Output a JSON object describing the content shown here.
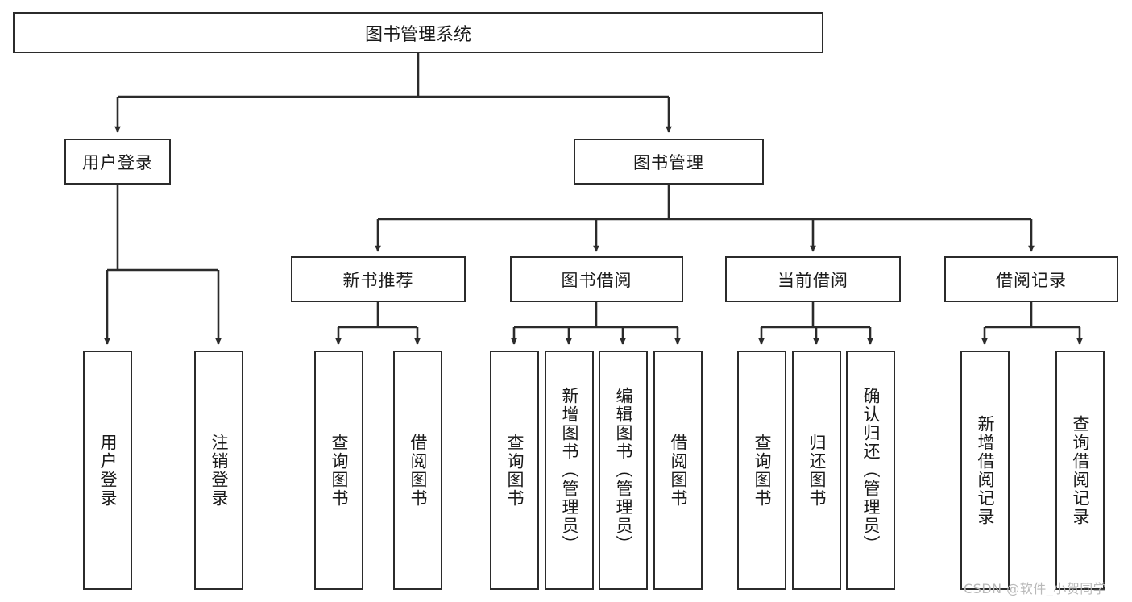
{
  "diagram": {
    "title": "图书管理系统",
    "type": "hierarchy-tree",
    "orientation": "top-down",
    "colors": {
      "stroke": "#2b2b2b",
      "fill": "#ffffff",
      "text": "#1a1a1a",
      "watermark": "#b9b9b9"
    },
    "levels": {
      "root": {
        "label": "图书管理系统"
      },
      "level2": [
        {
          "id": "user-login",
          "label": "用户登录"
        },
        {
          "id": "book-management",
          "label": "图书管理"
        }
      ],
      "level3": [
        {
          "id": "new-book-recommend",
          "label": "新书推荐",
          "parent": "book-management"
        },
        {
          "id": "book-borrow",
          "label": "图书借阅",
          "parent": "book-management"
        },
        {
          "id": "current-borrow",
          "label": "当前借阅",
          "parent": "book-management"
        },
        {
          "id": "borrow-record",
          "label": "借阅记录",
          "parent": "book-management"
        }
      ],
      "leaves": [
        {
          "id": "leaf-user-login",
          "label": "用户登录",
          "parent": "user-login"
        },
        {
          "id": "leaf-logout",
          "label": "注销登录",
          "parent": "user-login"
        },
        {
          "id": "leaf-query-book-1",
          "label": "查询图书",
          "parent": "new-book-recommend"
        },
        {
          "id": "leaf-borrow-book-1",
          "label": "借阅图书",
          "parent": "new-book-recommend"
        },
        {
          "id": "leaf-query-book-2",
          "label": "查询图书",
          "parent": "book-borrow"
        },
        {
          "id": "leaf-add-book",
          "label": "新增图书（管理员）",
          "parent": "book-borrow"
        },
        {
          "id": "leaf-edit-book",
          "label": "编辑图书（管理员）",
          "parent": "book-borrow"
        },
        {
          "id": "leaf-borrow-book-2",
          "label": "借阅图书",
          "parent": "book-borrow"
        },
        {
          "id": "leaf-query-book-3",
          "label": "查询图书",
          "parent": "current-borrow"
        },
        {
          "id": "leaf-return-book",
          "label": "归还图书",
          "parent": "current-borrow"
        },
        {
          "id": "leaf-confirm-return",
          "label": "确认归还（管理员）",
          "parent": "current-borrow"
        },
        {
          "id": "leaf-add-record",
          "label": "新增借阅记录",
          "parent": "borrow-record"
        },
        {
          "id": "leaf-query-record",
          "label": "查询借阅记录",
          "parent": "borrow-record"
        }
      ]
    },
    "watermark": "CSDN @软件_小贺同学"
  }
}
